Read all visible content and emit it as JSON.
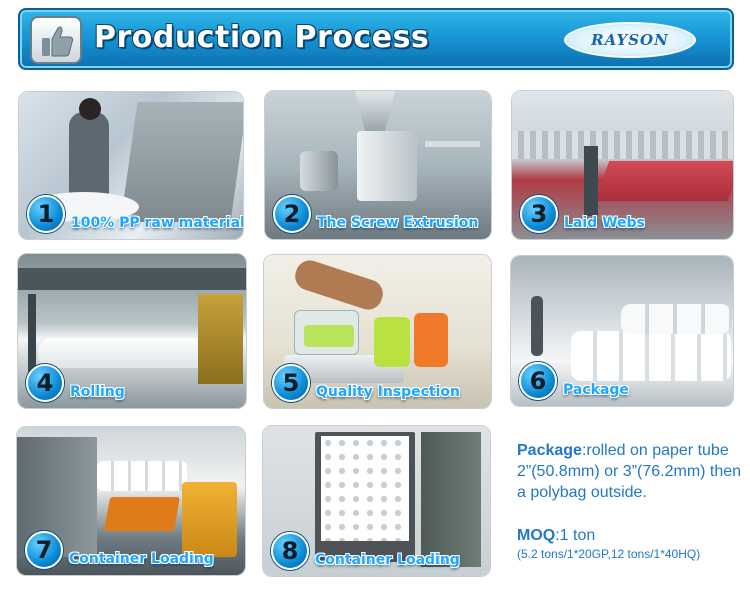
{
  "header": {
    "title": "Production Process",
    "logo_text": "RAYSON",
    "background_color": "#1590d0",
    "thumb_icon": "thumbs-up-icon"
  },
  "tiles": [
    {
      "number": "1",
      "caption": "100% PP raw material"
    },
    {
      "number": "2",
      "caption": "The Screw Extrusion"
    },
    {
      "number": "3",
      "caption": "Laid Webs"
    },
    {
      "number": "4",
      "caption": "Rolling"
    },
    {
      "number": "5",
      "caption": "Quality Inspection"
    },
    {
      "number": "6",
      "caption": "Package"
    },
    {
      "number": "7",
      "caption": "Container Loading"
    },
    {
      "number": "8",
      "caption": "Container Loading"
    }
  ],
  "package_info": {
    "label": "Package",
    "text": ":rolled on paper tube 2”(50.8mm) or 3”(76.2mm) then a polybag outside."
  },
  "moq_info": {
    "label": "MOQ",
    "text": ":1 ton",
    "detail": "(5.2 tons/1*20GP,12 tons/1*40HQ)"
  },
  "colors": {
    "caption": "#1ea6ff",
    "info_text": "#2178c9",
    "number_circle": "#0a8bd6"
  }
}
